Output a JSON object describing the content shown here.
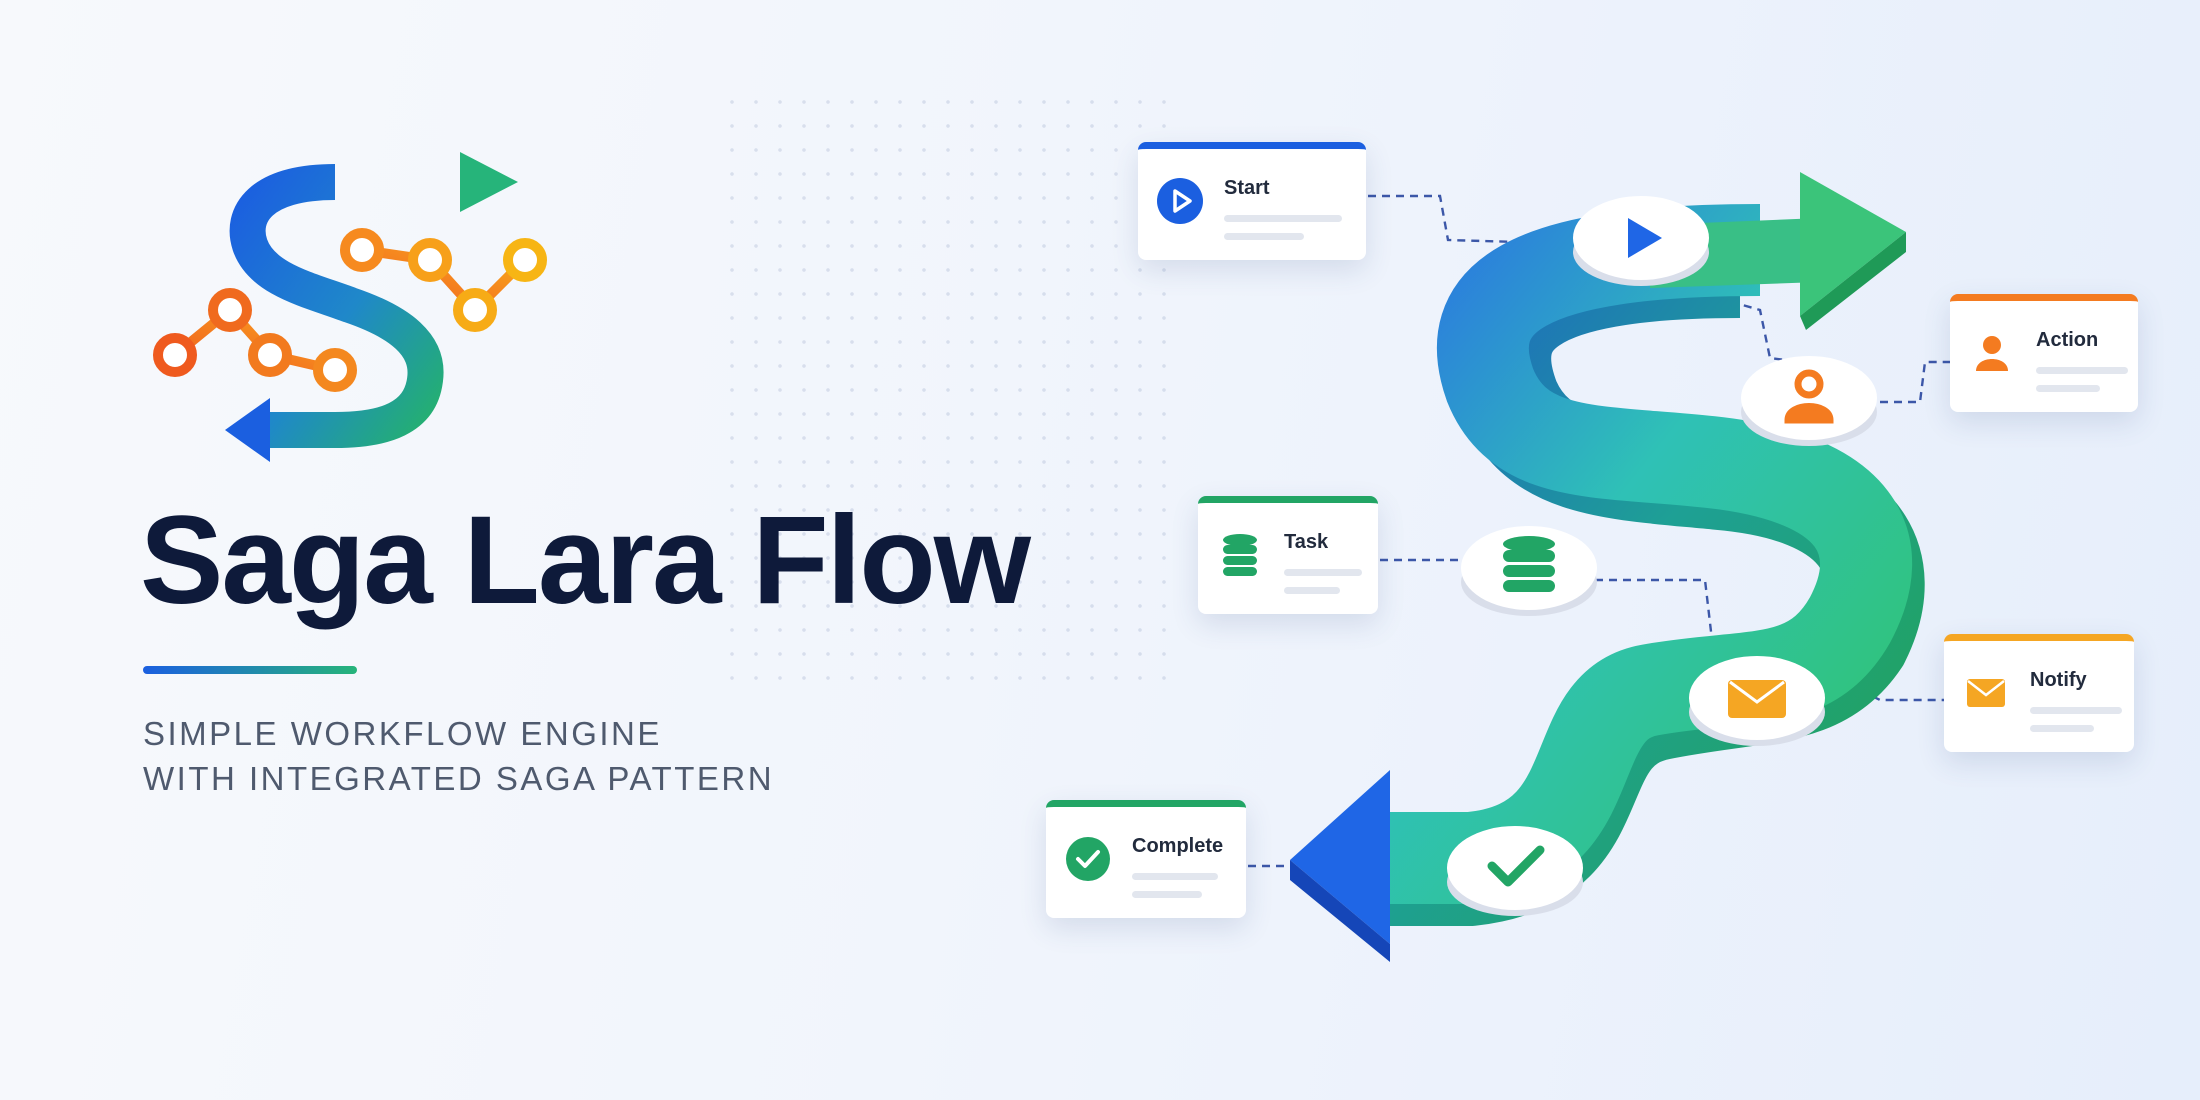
{
  "header": {
    "title": "Saga Lara Flow",
    "tagline_line1": "SIMPLE WORKFLOW ENGINE",
    "tagline_line2": "WITH INTEGRATED SAGA PATTERN"
  },
  "flow_steps": [
    {
      "label": "Start",
      "icon": "play-icon",
      "accent": "#1b5fe0"
    },
    {
      "label": "Action",
      "icon": "user-icon",
      "accent": "#f47b20"
    },
    {
      "label": "Task",
      "icon": "database-icon",
      "accent": "#22a565"
    },
    {
      "label": "Notify",
      "icon": "mail-icon",
      "accent": "#f5a623"
    },
    {
      "label": "Complete",
      "icon": "check-icon",
      "accent": "#22a565"
    }
  ],
  "colors": {
    "brand_blue": "#1b5fe0",
    "brand_green": "#26b47a",
    "brand_orange": "#f47b20",
    "brand_yellow": "#f5b400",
    "title_text": "#0e1a3a",
    "tagline_text": "#4f5a6e"
  }
}
